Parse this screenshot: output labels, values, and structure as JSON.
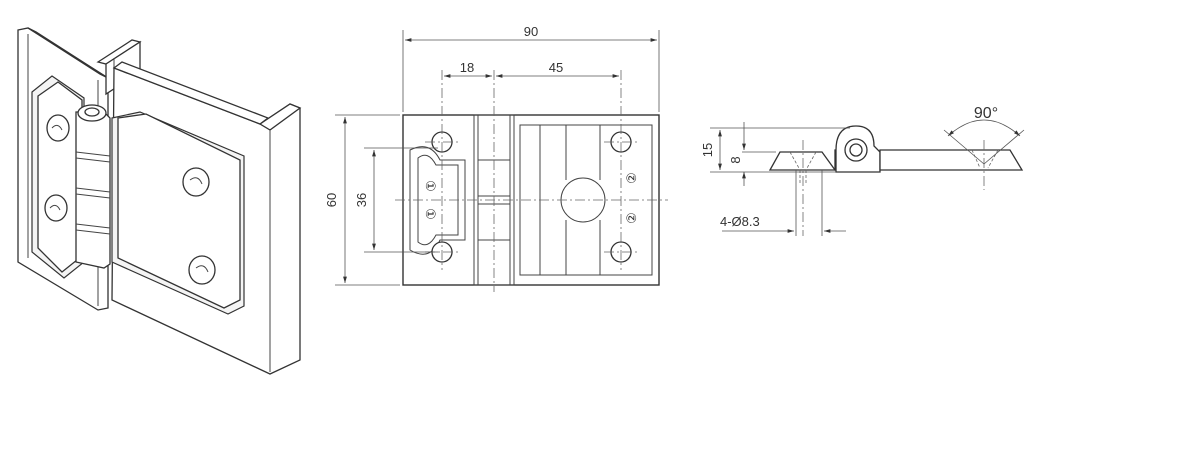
{
  "dimensions": {
    "overall_width": "90",
    "left_offset": "18",
    "hole_spacing_horizontal": "45",
    "overall_height": "60",
    "hole_spacing_vertical": "36",
    "side_height": "15",
    "leaf_thickness": "8",
    "holes": "4-Ø8.3",
    "opening_angle": "90°"
  },
  "markings": {
    "mark_left_top": "①",
    "mark_left_bottom": "①",
    "mark_right_top": "②",
    "mark_right_bottom": "②"
  }
}
